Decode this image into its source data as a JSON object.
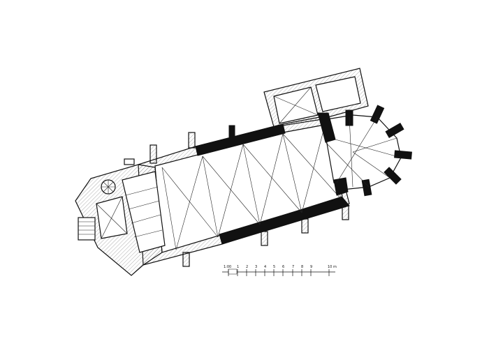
{
  "plan": {
    "title": "Church floor plan",
    "scale_bar": {
      "labels": [
        "1:00",
        "1",
        "2",
        "3",
        "4",
        "5",
        "6",
        "7",
        "8",
        "9",
        "10 m"
      ]
    }
  }
}
